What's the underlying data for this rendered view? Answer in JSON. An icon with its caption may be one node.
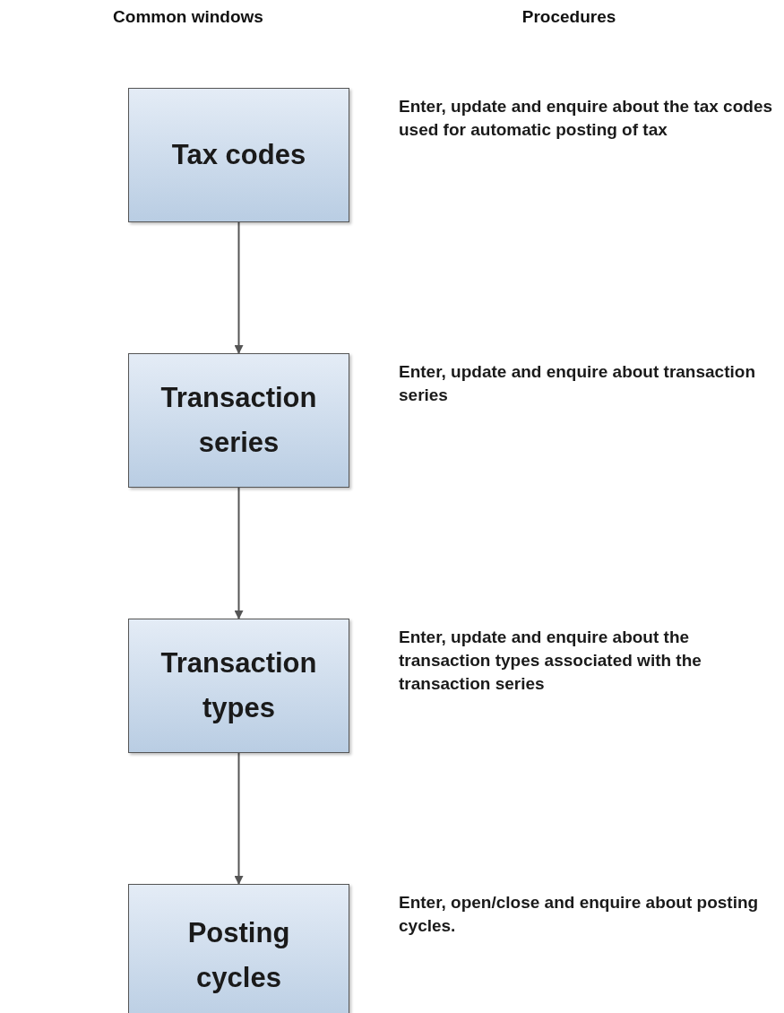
{
  "diagram": {
    "nodes": [
      {
        "text": [
          "Tax codes"
        ],
        "beside": [
          "Enter, update and enquire about the tax codes used for automatic posting of tax"
        ]
      },
      {
        "text": [
          "Transaction series"
        ],
        "beside": [
          "Enter, update and enquire about transaction series"
        ]
      },
      {
        "text": [
          "Transaction types"
        ],
        "beside": [
          "Enter, update and enquire about the transaction types associated with the transaction series"
        ]
      },
      {
        "text": [
          "Posting cycles"
        ],
        "beside": [
          "Enter, open/close and enquire about posting cycles."
        ]
      }
    ],
    "edges": [
      {
        "from": 0,
        "to": 1,
        "arrow": "to"
      },
      {
        "from": 1,
        "to": 2,
        "arrow": "to"
      },
      {
        "from": 2,
        "to": 3,
        "arrow": "to"
      }
    ],
    "labels": [
      "Common windows",
      "Procedures"
    ]
  }
}
